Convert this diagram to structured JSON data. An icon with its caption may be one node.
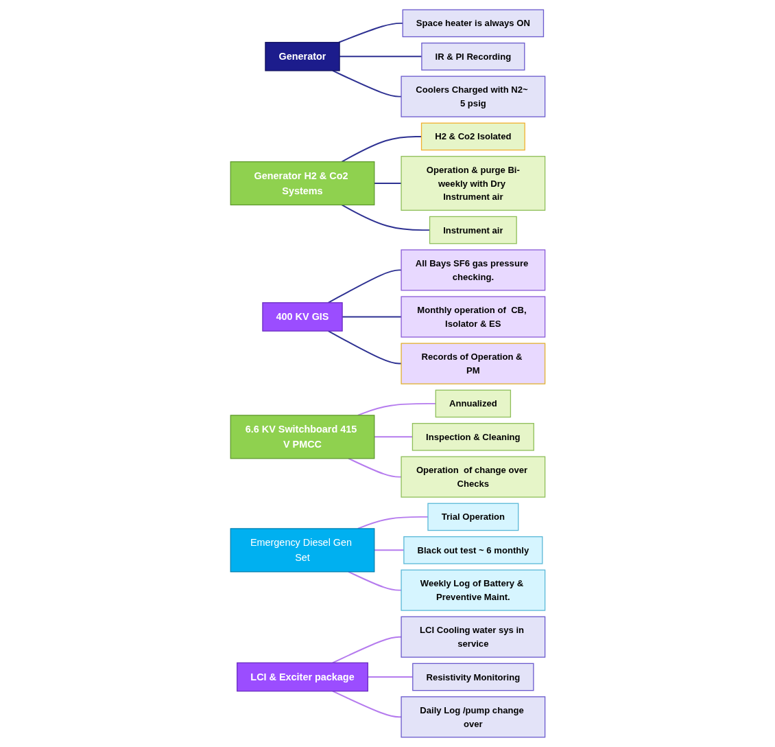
{
  "diagram": {
    "nodes": [
      {
        "text": [
          "Generator"
        ]
      },
      {
        "text": [
          "Space heater is always ON"
        ]
      },
      {
        "text": [
          "IR & PI Recording"
        ]
      },
      {
        "text": [
          "Coolers Charged with N2~ 5 psig"
        ]
      },
      {
        "text": [
          "Generator H2 & Co2 Systems"
        ]
      },
      {
        "text": [
          "H2 & Co2 Isolated"
        ]
      },
      {
        "text": [
          "Operation & purge Bi-weekly with Dry Instrument air"
        ]
      },
      {
        "text": [
          "Instrument air"
        ]
      },
      {
        "text": [
          "400 KV GIS"
        ]
      },
      {
        "text": [
          "All Bays SF6 gas pressure checking."
        ]
      },
      {
        "text": [
          "Monthly operation of  CB, Isolator & ES"
        ]
      },
      {
        "text": [
          "Records of Operation & PM"
        ]
      },
      {
        "text": [
          "6.6 KV Switchboard 415 V PMCC"
        ]
      },
      {
        "text": [
          "Annualized"
        ]
      },
      {
        "text": [
          "Inspection & Cleaning"
        ]
      },
      {
        "text": [
          "Operation  of change over Checks"
        ]
      },
      {
        "text": [
          "Emergency Diesel Gen Set"
        ]
      },
      {
        "text": [
          "Trial Operation"
        ]
      },
      {
        "text": [
          "Black out test ~ 6 monthly"
        ]
      },
      {
        "text": [
          "Weekly Log of Battery & Preventive Maint."
        ]
      },
      {
        "text": [
          "LCI & Exciter package"
        ]
      },
      {
        "text": [
          "LCI Cooling water sys in service"
        ]
      },
      {
        "text": [
          "Resistivity Monitoring"
        ]
      },
      {
        "text": [
          "Daily Log /pump change over"
        ]
      }
    ],
    "edges": [
      {
        "from": 0,
        "to": 1,
        "arrow": "none"
      },
      {
        "from": 0,
        "to": 2,
        "arrow": "none"
      },
      {
        "from": 0,
        "to": 3,
        "arrow": "none"
      },
      {
        "from": 4,
        "to": 5,
        "arrow": "none"
      },
      {
        "from": 4,
        "to": 6,
        "arrow": "none"
      },
      {
        "from": 4,
        "to": 7,
        "arrow": "none"
      },
      {
        "from": 8,
        "to": 9,
        "arrow": "none"
      },
      {
        "from": 8,
        "to": 10,
        "arrow": "none"
      },
      {
        "from": 8,
        "to": 11,
        "arrow": "none"
      },
      {
        "from": 12,
        "to": 13,
        "arrow": "none",
        "color": "#b57bee"
      },
      {
        "from": 12,
        "to": 14,
        "arrow": "none",
        "color": "#b57bee"
      },
      {
        "from": 12,
        "to": 15,
        "arrow": "none",
        "color": "#b57bee"
      },
      {
        "from": 16,
        "to": 17,
        "arrow": "none",
        "color": "#b57bee"
      },
      {
        "from": 16,
        "to": 18,
        "arrow": "none",
        "color": "#b57bee"
      },
      {
        "from": 16,
        "to": 19,
        "arrow": "none",
        "color": "#b57bee"
      },
      {
        "from": 20,
        "to": 21,
        "arrow": "none",
        "color": "#b57bee"
      },
      {
        "from": 20,
        "to": 22,
        "arrow": "none",
        "color": "#b57bee"
      },
      {
        "from": 20,
        "to": 23,
        "arrow": "none",
        "color": "#b57bee"
      }
    ]
  }
}
